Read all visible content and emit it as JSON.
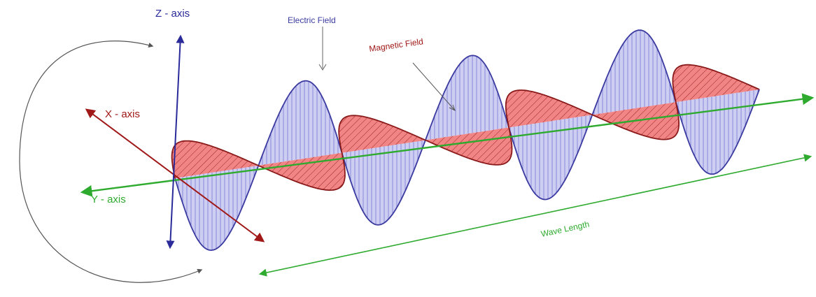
{
  "labels": {
    "z_axis": "Z - axis",
    "x_axis": "X - axis",
    "y_axis": "Y - axis",
    "electric_field": "Electric Field",
    "magnetic_field": "Magnetic Field",
    "wave_length": "Wave Length"
  },
  "colors": {
    "electric_stroke": "#3a3aa0",
    "electric_fill": "#c9c9f2",
    "magnetic_stroke": "#8a1a1a",
    "magnetic_fill": "#f07a7a",
    "y_axis": "#2eab2e",
    "x_axis": "#a01818",
    "z_axis": "#2a2a9a",
    "rotation_arrow": "#555555"
  }
}
